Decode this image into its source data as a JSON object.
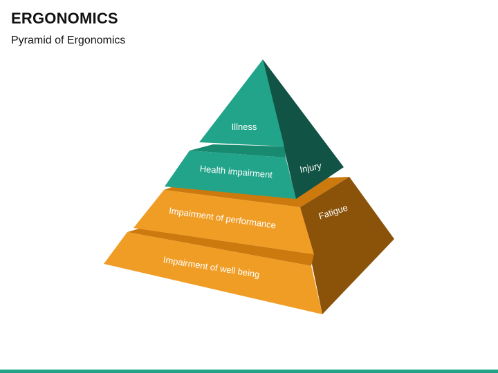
{
  "title": "ERGONOMICS",
  "subtitle": "Pyramid of Ergonomics",
  "colors": {
    "teal_front": "#21a489",
    "teal_top": "#188a70",
    "teal_side": "#115445",
    "orange_front": "#f09d25",
    "orange_top": "#cc7a0e",
    "orange_side": "#8b520a",
    "bottom_bar": "#21a489"
  },
  "pyramid": {
    "levels": {
      "illness": "Illness",
      "health_impairment": "Health impairment",
      "impairment_of_performance": "Impairment of performance",
      "impairment_of_well_being": "Impairment of well being"
    },
    "sides": {
      "injury": "Injury",
      "fatigue": "Fatigue"
    }
  }
}
